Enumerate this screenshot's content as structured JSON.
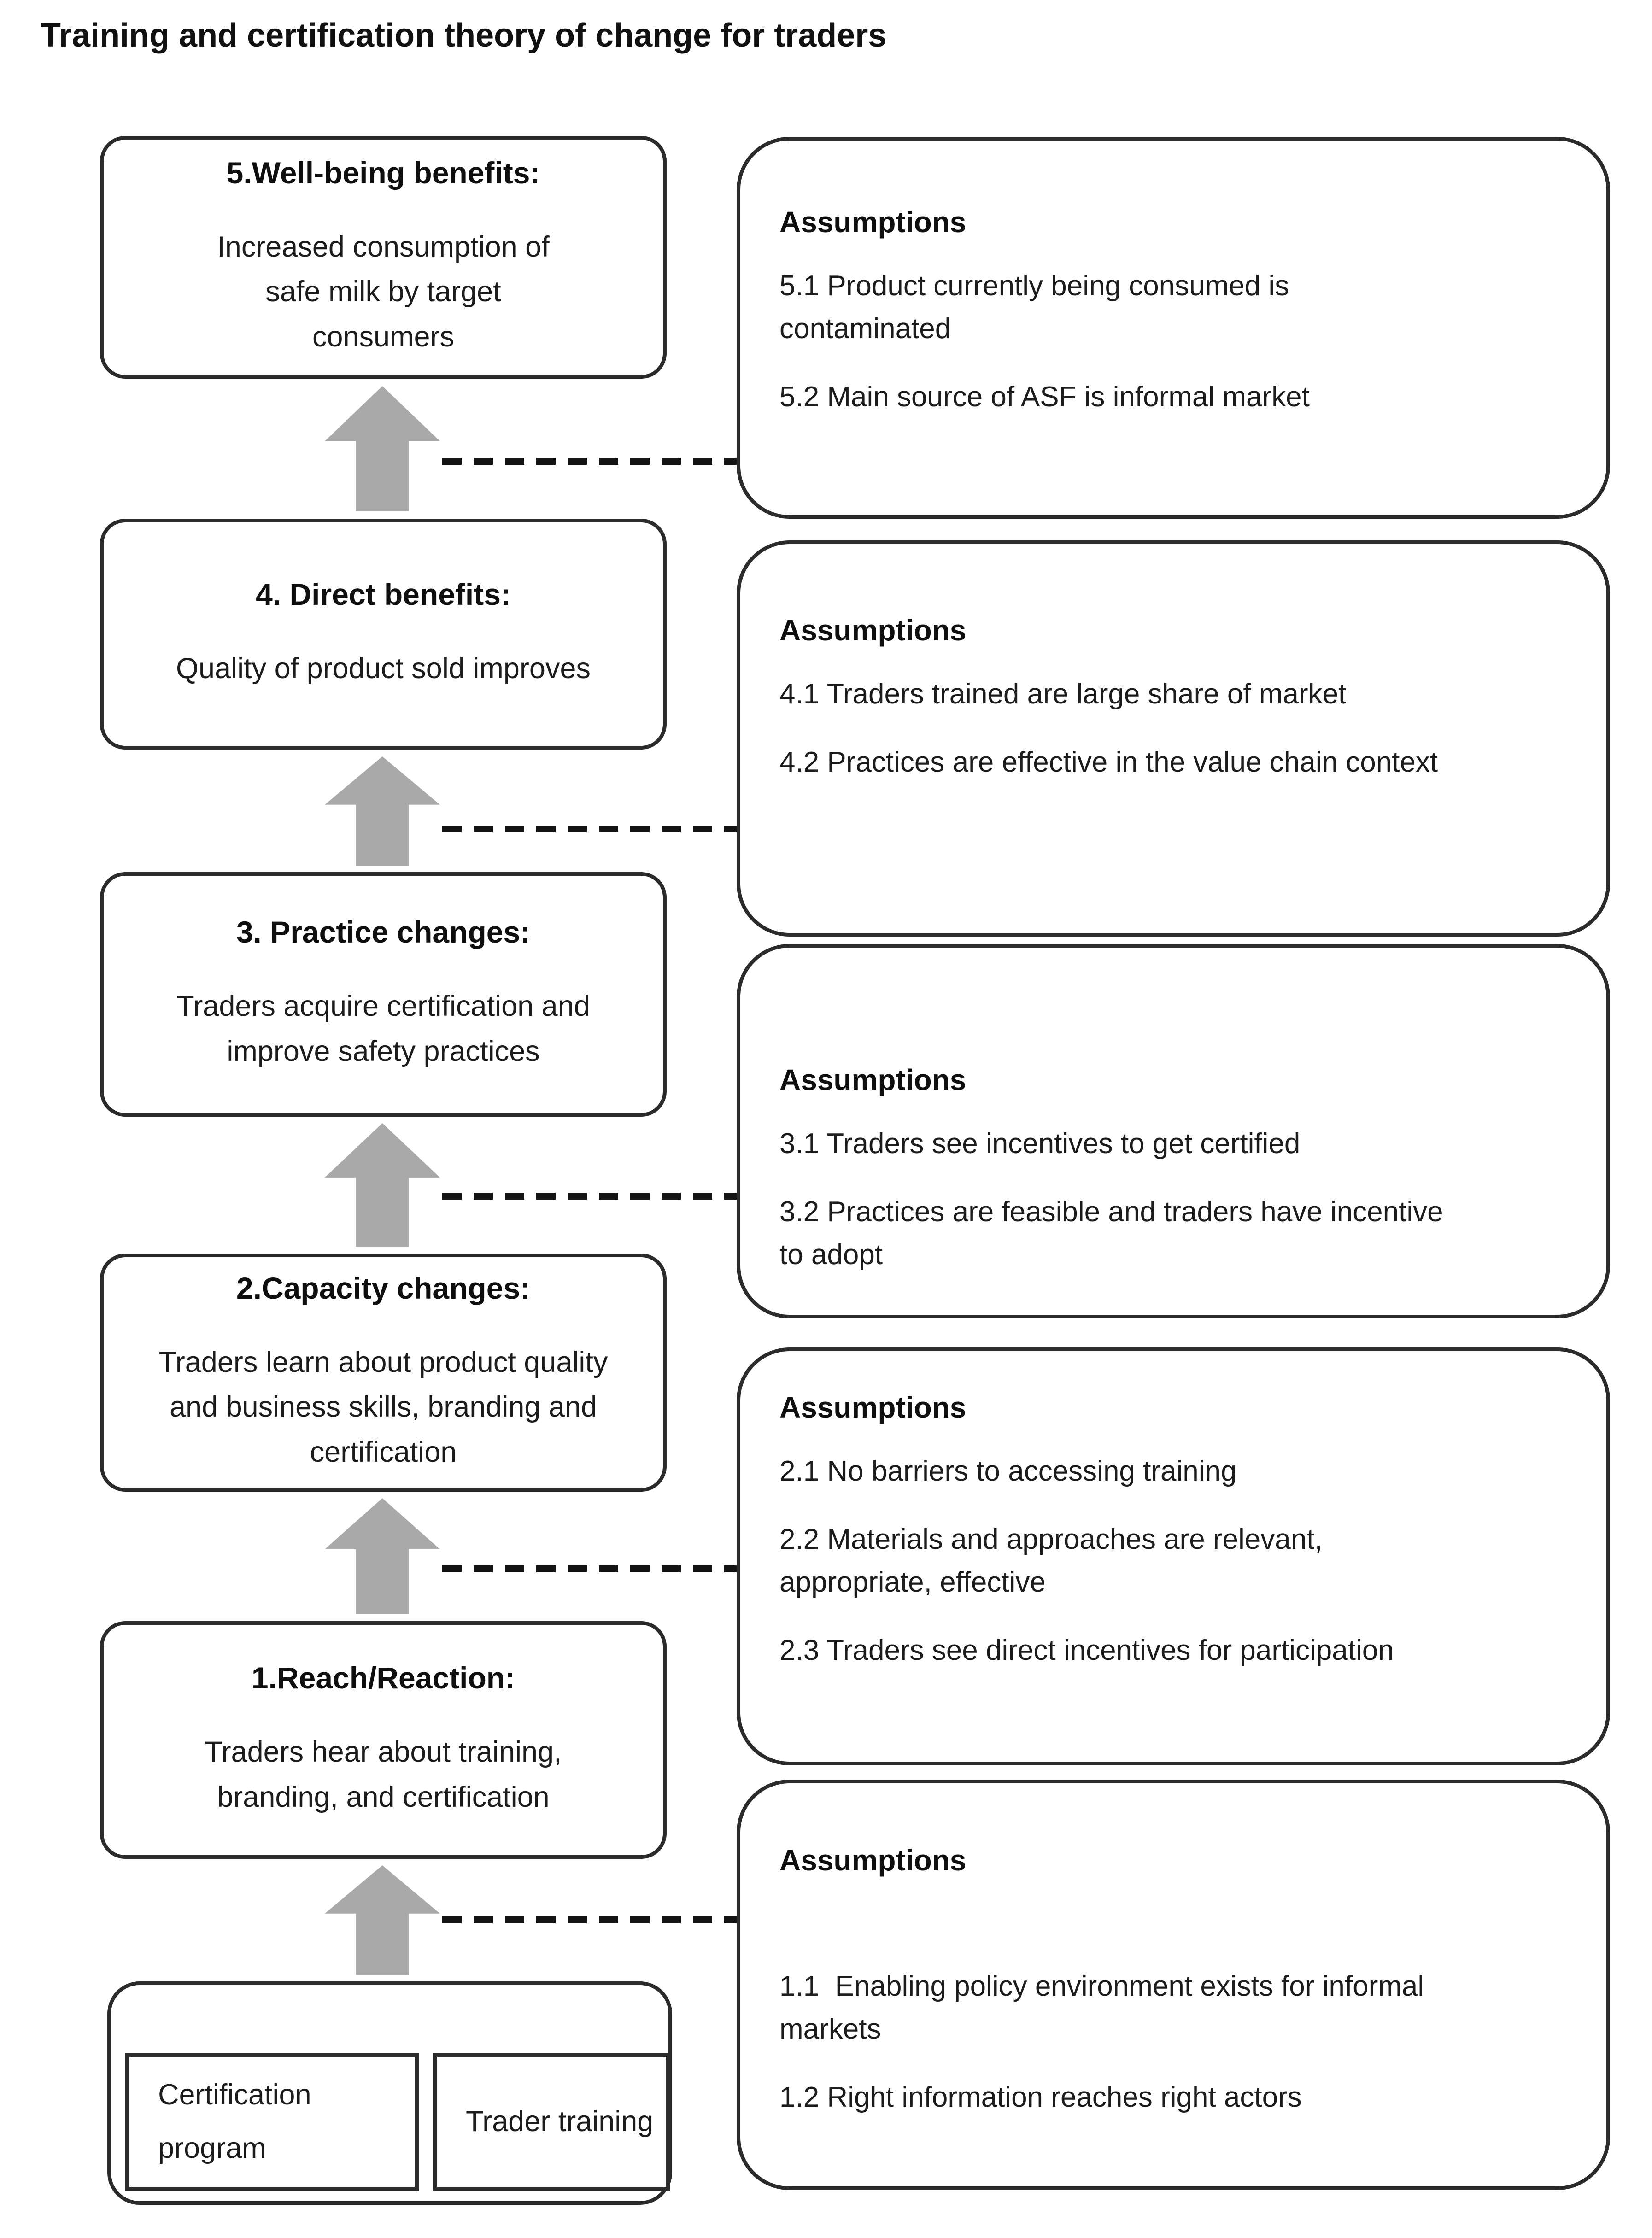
{
  "title": "Training and certification theory of change for traders",
  "outcomes": [
    {
      "title": "5.Well-being benefits:",
      "body": "Increased consumption of safe milk by target consumers"
    },
    {
      "title": "4. Direct benefits:",
      "body": "Quality of product sold improves"
    },
    {
      "title": "3. Practice changes:",
      "body": "Traders acquire certification and improve safety practices"
    },
    {
      "title": "2.Capacity changes:",
      "body": "Traders learn about product quality and business skills, branding and certification"
    },
    {
      "title": "1.Reach/Reaction:",
      "body": "Traders hear about training, branding, and certification"
    }
  ],
  "assumptions": [
    {
      "heading": "Assumptions",
      "items": [
        "5.1 Product currently being consumed is contaminated",
        "5.2 Main source of ASF is informal market"
      ]
    },
    {
      "heading": "Assumptions",
      "items": [
        "4.1 Traders trained are large share of market",
        "4.2 Practices are effective in the value chain context"
      ]
    },
    {
      "heading": "Assumptions",
      "items": [
        "3.1 Traders see incentives to get certified",
        "3.2 Practices are feasible and traders have incentive to adopt"
      ]
    },
    {
      "heading": "Assumptions",
      "items": [
        "2.1 No barriers to accessing training",
        "2.2 Materials and approaches are relevant, appropriate, effective",
        "2.3 Traders see direct incentives for participation"
      ]
    },
    {
      "heading": "Assumptions",
      "items": [
        "1.1  Enabling policy environment exists for informal markets",
        "1.2 Right information reaches right actors"
      ]
    }
  ],
  "inputs": [
    {
      "label": "Certification program"
    },
    {
      "label": "Trader training"
    }
  ],
  "colors": {
    "arrow": "#a9a9a9",
    "border": "#2b2b2b",
    "text": "#1c1c1c",
    "background": "#ffffff"
  }
}
